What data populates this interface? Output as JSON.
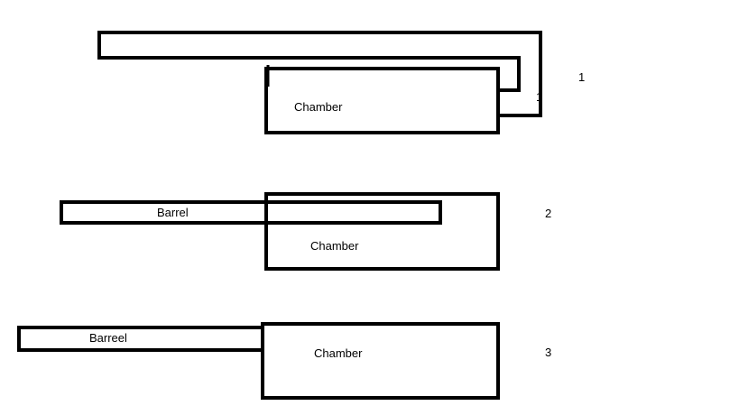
{
  "colors": {
    "background": "#ffffff",
    "stroke": "#000000"
  },
  "figure_1": {
    "chamber_label": "Chamber",
    "number": "1",
    "tick_mark": "1"
  },
  "figure_2": {
    "barrel_label": "Barrel",
    "chamber_label": "Chamber",
    "number": "2"
  },
  "figure_3": {
    "barrel_label": "Barreel",
    "chamber_label": "Chamber",
    "number": "3"
  }
}
